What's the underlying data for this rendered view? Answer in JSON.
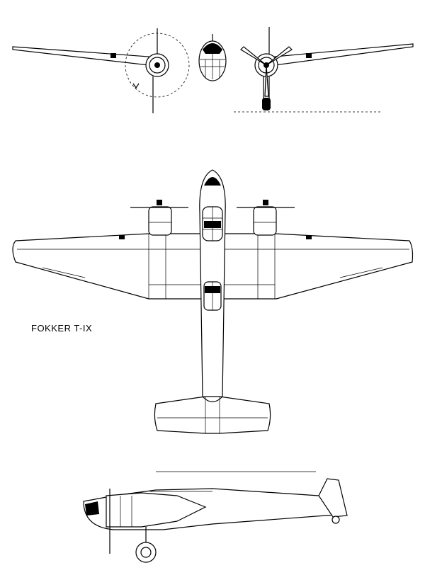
{
  "drawing": {
    "caption": "FOKKER T-IX",
    "views": [
      "front-view",
      "top-view",
      "side-view"
    ]
  }
}
